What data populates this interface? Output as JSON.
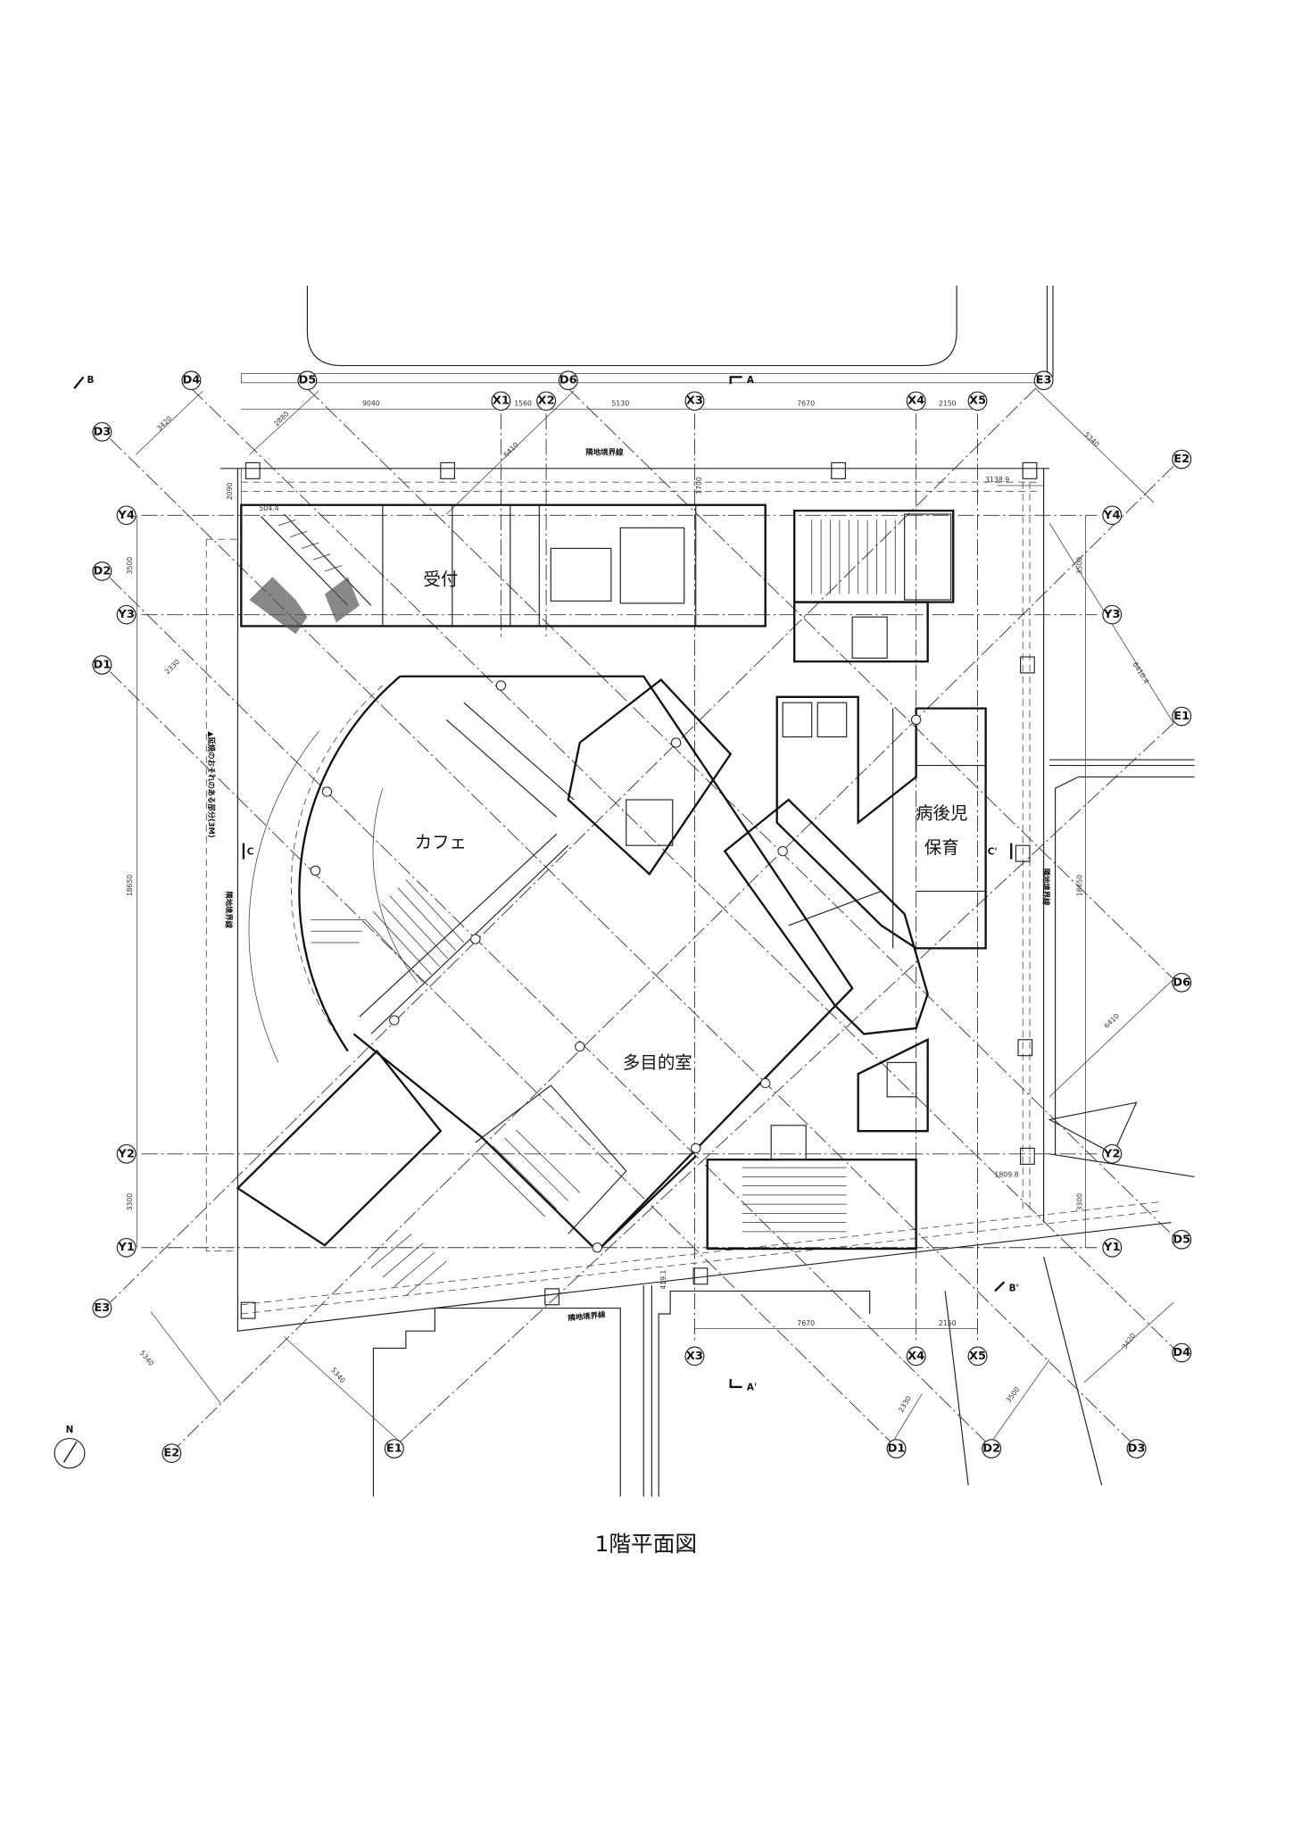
{
  "title": "1階平面図",
  "rooms": {
    "reception": "受付",
    "cafe": "カフェ",
    "sick_child_care_1": "病後児",
    "sick_child_care_2": "保育",
    "multipurpose": "多目的室"
  },
  "annotations": {
    "boundary_top": "隣地境界線",
    "boundary_bottom": "隣地境界線",
    "boundary_left": "隣地境界線",
    "boundary_right": "隣地境界線",
    "fire_spread": "▲延焼のおそれのある部分(3M)"
  },
  "sections": {
    "a": "A",
    "a_prime": "A'",
    "b": "B",
    "b_prime": "B'",
    "c": "C",
    "c_prime": "C'",
    "north": "N"
  },
  "grid": {
    "x": [
      "X1",
      "X2",
      "X3",
      "X4",
      "X5"
    ],
    "y": [
      "Y1",
      "Y2",
      "Y3",
      "Y4"
    ],
    "d": [
      "D1",
      "D2",
      "D3",
      "D4",
      "D5",
      "D6"
    ],
    "e": [
      "E1",
      "E2",
      "E3"
    ]
  },
  "dimensions": {
    "top": [
      "9040",
      "1560",
      "5130",
      "7670",
      "2150"
    ],
    "bottom": [
      "7670",
      "2150"
    ],
    "d3_d4": "3420",
    "d4_d5": "2880",
    "d5_d6": "6410",
    "e3_e2": "5340",
    "e2_e1": "6410.4",
    "e1_d6": "6410",
    "y4_y3": "3500",
    "y3_y2": "18650",
    "y2_y1": "3300",
    "d2_d1": "2330",
    "offset_top": "2090",
    "offset_col": "1700",
    "offset_right": "3138.9",
    "offset_br": "1809.8",
    "offset_left": "504.4",
    "bottom_small": "419.1",
    "e3_e2_b": "5340",
    "e2_e1_b": "5340",
    "d1_d2_b": "2330",
    "d2_d3_b": "3500",
    "d3_d4_b": "3420"
  }
}
